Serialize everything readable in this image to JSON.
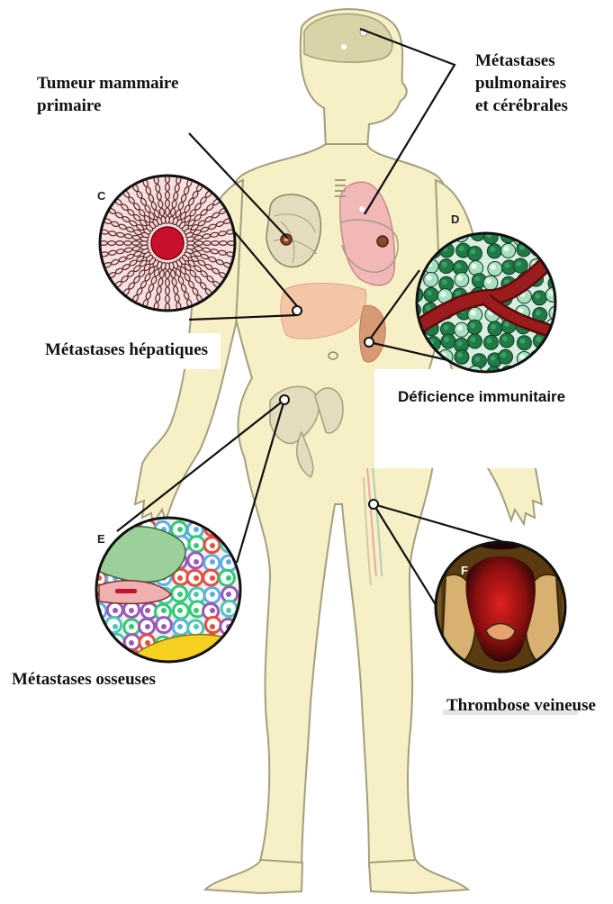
{
  "labels": {
    "primary_tumor": "Tumeur mammaire\nprimaire",
    "lung_brain": "Métastases\npulmonaires\net cérébrales",
    "liver": "Métastases hépatiques",
    "immune": "Déficience immunitaire",
    "bone": "Métastases osseuses",
    "thrombosis": "Thrombose veineuse"
  },
  "panels": {
    "c": "C",
    "d": "D",
    "e": "E",
    "f": "F"
  },
  "colors": {
    "skin": "#f7f0c6",
    "skin_outline": "#a39f7e",
    "lung": "#f2b8b8",
    "liver": "#f5c6a5",
    "spleen": "#d89a74",
    "tumor": "#c8102e",
    "immune_cell": "#1f7a46",
    "vessel": "#9b1c1c"
  }
}
